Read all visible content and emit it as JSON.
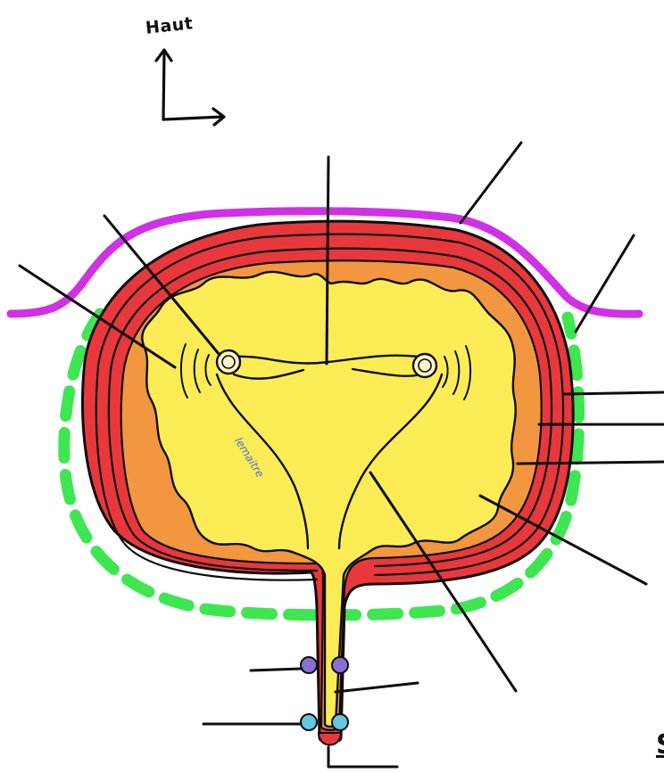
{
  "orientation": {
    "label": "Haut"
  },
  "watermark": {
    "text": "lemaitre"
  },
  "edge_text": "S",
  "colors": {
    "outer_layer": "#e8383c",
    "inner_rim": "#f2973f",
    "lumen": "#fbec56",
    "skin": "#d130e6",
    "dashed_ring": "#3ee651",
    "ligament_purple": "#8c6fd3",
    "ligament_blue": "#66c7e2",
    "ink": "#0d0d0d",
    "watermark": "#2d63e6"
  },
  "icons": [
    "orientation-arrows-icon"
  ]
}
